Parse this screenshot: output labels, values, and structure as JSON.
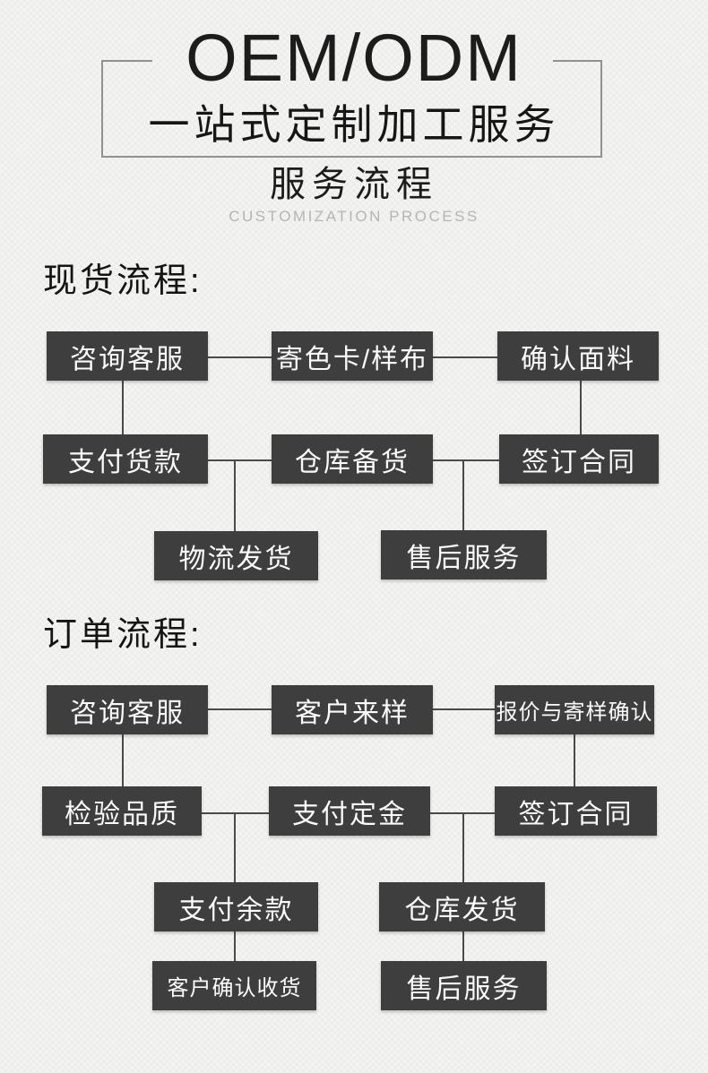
{
  "colors": {
    "background": "#f4f4f2",
    "node_background": "#3e3e3e",
    "node_text": "#fbfbfb",
    "connector": "#4a4a4a",
    "frame_border": "#919191",
    "heading_text": "#1c1c1c",
    "subtitle_gray": "#b5b5b5"
  },
  "header": {
    "title": "OEM/ODM",
    "subtitle": "一站式定制加工服务",
    "process_title": "服务流程",
    "process_subtitle": "CUSTOMIZATION PROCESS"
  },
  "stock_flow": {
    "heading": "现货流程:",
    "nodes": [
      {
        "label": "咨询客服"
      },
      {
        "label": "寄色卡/样布"
      },
      {
        "label": "确认面料"
      },
      {
        "label": "支付货款"
      },
      {
        "label": "仓库备货"
      },
      {
        "label": "签订合同"
      },
      {
        "label": "物流发货"
      },
      {
        "label": "售后服务"
      }
    ]
  },
  "order_flow": {
    "heading": "订单流程:",
    "nodes": [
      {
        "label": "咨询客服"
      },
      {
        "label": "客户来样"
      },
      {
        "label": "报价与寄样确认"
      },
      {
        "label": "检验品质"
      },
      {
        "label": "支付定金"
      },
      {
        "label": "签订合同"
      },
      {
        "label": "支付余款"
      },
      {
        "label": "仓库发货"
      },
      {
        "label": "客户确认收货"
      },
      {
        "label": "售后服务"
      }
    ]
  }
}
